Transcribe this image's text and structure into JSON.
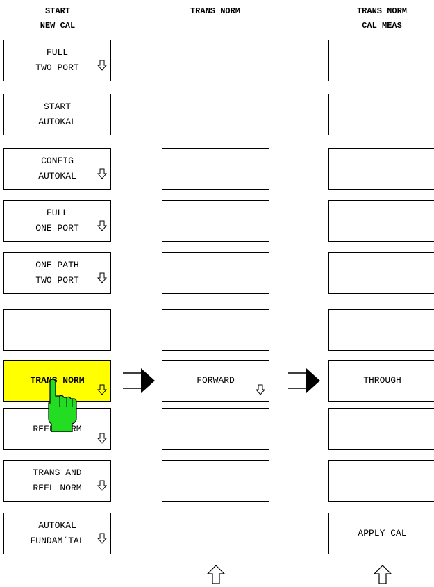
{
  "columns": [
    {
      "header_line1": "START",
      "header_line2": "NEW CAL",
      "keys": [
        {
          "l1": "FULL",
          "l2": "TWO PORT",
          "arrow": true
        },
        {
          "l1": "START",
          "l2": "AUTOKAL",
          "arrow": false
        },
        {
          "l1": "CONFIG",
          "l2": "AUTOKAL",
          "arrow": true
        },
        {
          "l1": "FULL",
          "l2": "ONE PORT",
          "arrow": true
        },
        {
          "l1": "ONE PATH",
          "l2": "TWO PORT",
          "arrow": true
        },
        {
          "l1": "",
          "l2": "",
          "arrow": false
        },
        {
          "l1": "TRANS NORM",
          "l2": "",
          "arrow": true,
          "highlight": true
        },
        {
          "l1": "REFL NORM",
          "l2": "",
          "arrow": true
        },
        {
          "l1": "TRANS AND",
          "l2": "REFL NORM",
          "arrow": true
        },
        {
          "l1": "AUTOKAL",
          "l2": "FUNDAM´TAL",
          "arrow": true
        }
      ]
    },
    {
      "header_line1": "TRANS NORM",
      "header_line2": "",
      "keys": [
        {
          "l1": "",
          "l2": "",
          "arrow": false
        },
        {
          "l1": "",
          "l2": "",
          "arrow": false
        },
        {
          "l1": "",
          "l2": "",
          "arrow": false
        },
        {
          "l1": "",
          "l2": "",
          "arrow": false
        },
        {
          "l1": "",
          "l2": "",
          "arrow": false
        },
        {
          "l1": "",
          "l2": "",
          "arrow": false
        },
        {
          "l1": "FORWARD",
          "l2": "",
          "arrow": true
        },
        {
          "l1": "",
          "l2": "",
          "arrow": false
        },
        {
          "l1": "",
          "l2": "",
          "arrow": false
        },
        {
          "l1": "",
          "l2": "",
          "arrow": false
        }
      ]
    },
    {
      "header_line1": "TRANS NORM",
      "header_line2": "CAL MEAS",
      "keys": [
        {
          "l1": "",
          "l2": "",
          "arrow": false
        },
        {
          "l1": "",
          "l2": "",
          "arrow": false
        },
        {
          "l1": "",
          "l2": "",
          "arrow": false
        },
        {
          "l1": "",
          "l2": "",
          "arrow": false
        },
        {
          "l1": "",
          "l2": "",
          "arrow": false
        },
        {
          "l1": "",
          "l2": "",
          "arrow": false
        },
        {
          "l1": "THROUGH",
          "l2": "",
          "arrow": false
        },
        {
          "l1": "",
          "l2": "",
          "arrow": false
        },
        {
          "l1": "",
          "l2": "",
          "arrow": false
        },
        {
          "l1": "APPLY CAL",
          "l2": "",
          "arrow": false
        }
      ]
    }
  ],
  "colors": {
    "highlight": "#ffff00",
    "hand": "#22dd22"
  },
  "icons": {
    "submenu": "submenu-arrow-icon",
    "navigate": "right-arrow-icon",
    "back": "up-arrow-icon",
    "pointer": "pointing-hand-icon"
  }
}
